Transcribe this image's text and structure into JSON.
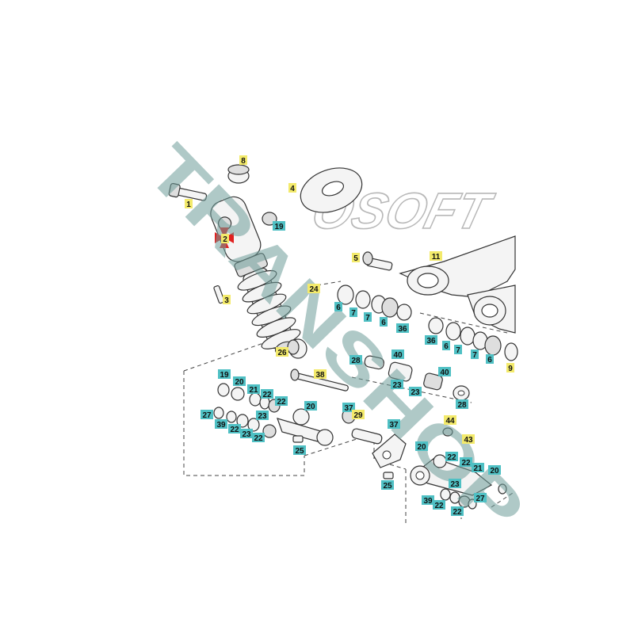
{
  "watermark": {
    "diagonal_text": "TRANSHOP",
    "logo_text": "OSOFT"
  },
  "colors": {
    "label_yellow": "#f3ea6b",
    "label_cyan": "#4fc0c4",
    "highlight_red": "#e0201f",
    "watermark": "#6f9e9a"
  },
  "callouts": [
    {
      "id": "1",
      "style": "yellow"
    },
    {
      "id": "2",
      "style": "yellow"
    },
    {
      "id": "3",
      "style": "yellow"
    },
    {
      "id": "4",
      "style": "yellow"
    },
    {
      "id": "5",
      "style": "yellow"
    },
    {
      "id": "6",
      "style": "cyan"
    },
    {
      "id": "7",
      "style": "cyan"
    },
    {
      "id": "7",
      "style": "cyan"
    },
    {
      "id": "6",
      "style": "cyan"
    },
    {
      "id": "36",
      "style": "cyan"
    },
    {
      "id": "36",
      "style": "cyan"
    },
    {
      "id": "6",
      "style": "cyan"
    },
    {
      "id": "7",
      "style": "cyan"
    },
    {
      "id": "7",
      "style": "cyan"
    },
    {
      "id": "6",
      "style": "cyan"
    },
    {
      "id": "8",
      "style": "yellow"
    },
    {
      "id": "9",
      "style": "yellow"
    },
    {
      "id": "11",
      "style": "yellow"
    },
    {
      "id": "19",
      "style": "cyan"
    },
    {
      "id": "19",
      "style": "cyan"
    },
    {
      "id": "20",
      "style": "cyan"
    },
    {
      "id": "21",
      "style": "cyan"
    },
    {
      "id": "22",
      "style": "cyan"
    },
    {
      "id": "22",
      "style": "cyan"
    },
    {
      "id": "23",
      "style": "cyan"
    },
    {
      "id": "20",
      "style": "cyan"
    },
    {
      "id": "24",
      "style": "yellow"
    },
    {
      "id": "26",
      "style": "yellow"
    },
    {
      "id": "38",
      "style": "yellow"
    },
    {
      "id": "27",
      "style": "cyan"
    },
    {
      "id": "39",
      "style": "cyan"
    },
    {
      "id": "22",
      "style": "cyan"
    },
    {
      "id": "23",
      "style": "cyan"
    },
    {
      "id": "22",
      "style": "cyan"
    },
    {
      "id": "25",
      "style": "cyan"
    },
    {
      "id": "37",
      "style": "cyan"
    },
    {
      "id": "29",
      "style": "yellow"
    },
    {
      "id": "28",
      "style": "cyan"
    },
    {
      "id": "40",
      "style": "cyan"
    },
    {
      "id": "40",
      "style": "cyan"
    },
    {
      "id": "23",
      "style": "cyan"
    },
    {
      "id": "23",
      "style": "cyan"
    },
    {
      "id": "28",
      "style": "cyan"
    },
    {
      "id": "44",
      "style": "yellow"
    },
    {
      "id": "37",
      "style": "cyan"
    },
    {
      "id": "43",
      "style": "yellow"
    },
    {
      "id": "20",
      "style": "cyan"
    },
    {
      "id": "22",
      "style": "cyan"
    },
    {
      "id": "22",
      "style": "cyan"
    },
    {
      "id": "21",
      "style": "cyan"
    },
    {
      "id": "20",
      "style": "cyan"
    },
    {
      "id": "23",
      "style": "cyan"
    },
    {
      "id": "25",
      "style": "cyan"
    },
    {
      "id": "39",
      "style": "cyan"
    },
    {
      "id": "22",
      "style": "cyan"
    },
    {
      "id": "27",
      "style": "cyan"
    },
    {
      "id": "22",
      "style": "cyan"
    }
  ]
}
